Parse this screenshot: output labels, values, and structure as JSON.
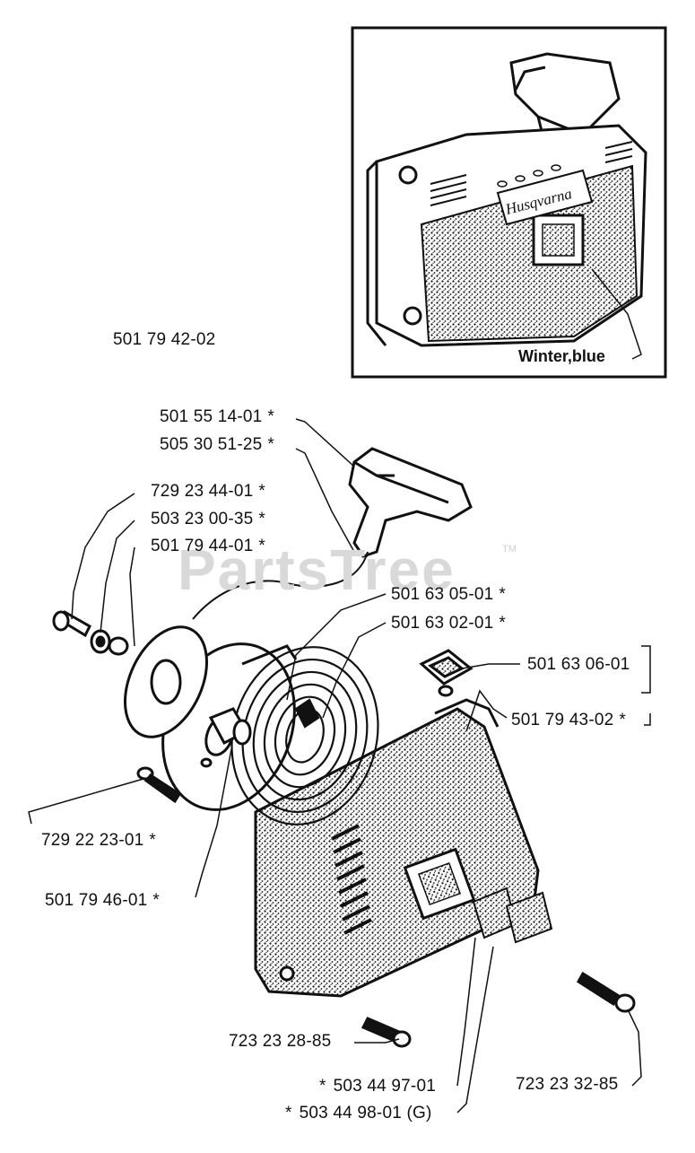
{
  "watermark": {
    "text": "PartsTree",
    "tm": "TM"
  },
  "inset": {
    "brand_text": "Husqvarna",
    "variant_label": "Winter,blue"
  },
  "kit_number": "501 79 42-02",
  "parts": [
    {
      "id": "p1",
      "number": "501 55 14-01",
      "marker": "*"
    },
    {
      "id": "p2",
      "number": "505 30 51-25",
      "marker": "*"
    },
    {
      "id": "p3",
      "number": "729 23 44-01",
      "marker": "*"
    },
    {
      "id": "p4",
      "number": "503 23 00-35",
      "marker": "*"
    },
    {
      "id": "p5",
      "number": "501 79 44-01",
      "marker": "*"
    },
    {
      "id": "p6",
      "number": "501 63 05-01",
      "marker": "*"
    },
    {
      "id": "p7",
      "number": "501 63 02-01",
      "marker": "*"
    },
    {
      "id": "p8",
      "number": "501 63 06-01",
      "marker": ""
    },
    {
      "id": "p9",
      "number": "501 79 43-02",
      "marker": "*"
    },
    {
      "id": "p10",
      "number": "729 22 23-01",
      "marker": "*"
    },
    {
      "id": "p11",
      "number": "501 79 46-01",
      "marker": "*"
    },
    {
      "id": "p12",
      "number": "723 23 28-85",
      "marker": ""
    },
    {
      "id": "p13",
      "number": "723 23 32-85",
      "marker": ""
    },
    {
      "id": "p14",
      "number": "503 44 97-01",
      "marker": "*"
    },
    {
      "id": "p15",
      "number": "503 44 98-01 (G)",
      "marker": "*"
    }
  ]
}
